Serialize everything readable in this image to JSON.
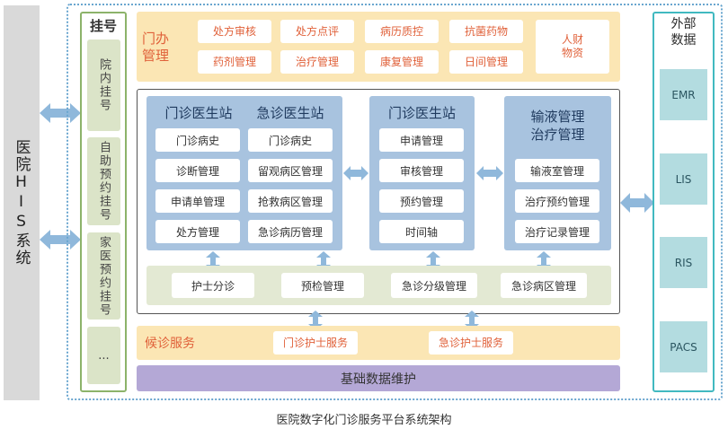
{
  "his_label": "医院HIS系统",
  "registration": {
    "title": "挂号",
    "items": [
      "院内挂号",
      "自助预约挂号",
      "家医预约挂号",
      "..."
    ]
  },
  "admin": {
    "title_line1": "门办",
    "title_line2": "管理",
    "buttons": [
      "处方审核",
      "处方点评",
      "病历质控",
      "抗菌药物",
      "药剂管理",
      "治疗管理",
      "康复管理",
      "日间管理"
    ],
    "personnel_line1": "人财",
    "personnel_line2": "物资"
  },
  "stations": {
    "outpatient_title": "门诊医生站",
    "emergency_title": "急诊医生站",
    "outpatient_items": [
      "门诊病史",
      "诊断管理",
      "申请单管理",
      "处方管理"
    ],
    "emergency_items": [
      "门诊病史",
      "留观病区管理",
      "抢救病区管理",
      "急诊病历管理"
    ],
    "second_outpatient_title": "门诊医生站",
    "second_items": [
      "申请管理",
      "审核管理",
      "预约管理",
      "时间轴"
    ],
    "infusion_title_line1": "输液管理",
    "infusion_title_line2": "治疗管理",
    "infusion_items": [
      "输液室管理",
      "治疗预约管理",
      "治疗记录管理"
    ]
  },
  "nurse": {
    "items": [
      "护士分诊",
      "预检管理",
      "急诊分级管理",
      "急诊病区管理"
    ]
  },
  "waiting": {
    "title": "候诊服务",
    "items": [
      "门诊护士服务",
      "急诊护士服务"
    ]
  },
  "base": "基础数据维护",
  "external": {
    "title_line1": "外部",
    "title_line2": "数据",
    "items": [
      "EMR",
      "LIS",
      "RIS",
      "PACS"
    ]
  },
  "caption": "医院数字化门诊服务平台系统架构",
  "colors": {
    "arrow": "#8fb8db",
    "admin_band": "#fbe6b4",
    "orange_text": "#e0613a",
    "blue_panel": "#a8c3df",
    "nurse_band": "#e3e9d3",
    "base_band": "#b4a8d6",
    "external_border": "#41b9c0",
    "external_item": "#b3dce0",
    "registration_border": "#8cb36a"
  }
}
